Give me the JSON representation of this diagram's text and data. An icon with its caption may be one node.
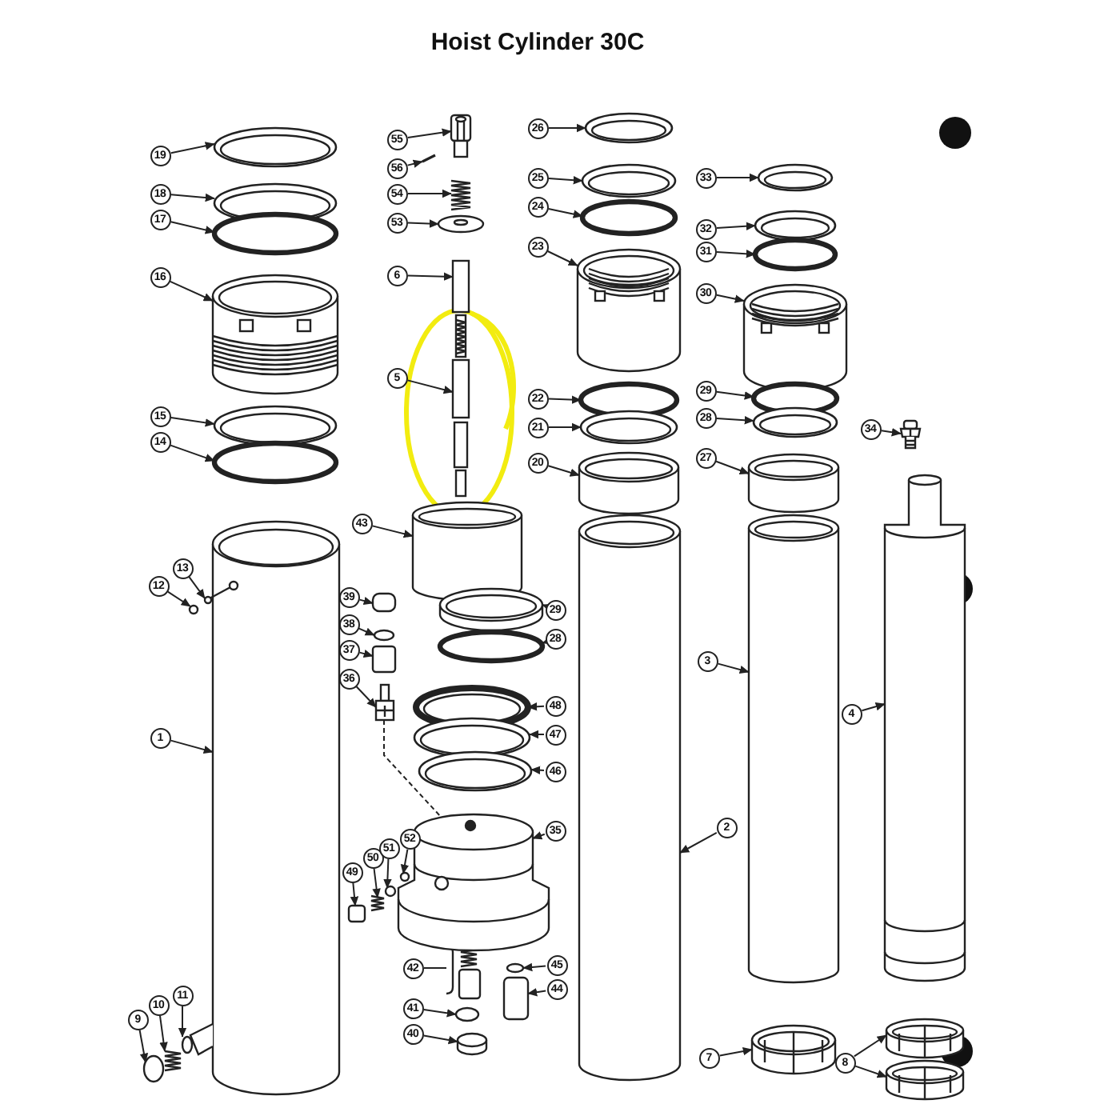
{
  "diagram": {
    "title": "Hoist Cylinder 30C",
    "nodes": [
      {
        "text": [
          "19"
        ]
      },
      {
        "text": [
          "18"
        ]
      },
      {
        "text": [
          "17"
        ]
      },
      {
        "text": [
          "16"
        ]
      },
      {
        "text": [
          "15"
        ]
      },
      {
        "text": [
          "14"
        ]
      },
      {
        "text": [
          "13"
        ]
      },
      {
        "text": [
          "12"
        ]
      },
      {
        "text": [
          "1"
        ]
      },
      {
        "text": [
          "9"
        ]
      },
      {
        "text": [
          "10"
        ]
      },
      {
        "text": [
          "11"
        ]
      },
      {
        "text": [
          "55"
        ]
      },
      {
        "text": [
          "56"
        ]
      },
      {
        "text": [
          "54"
        ]
      },
      {
        "text": [
          "53"
        ]
      },
      {
        "text": [
          "6"
        ]
      },
      {
        "text": [
          "5"
        ]
      },
      {
        "text": [
          "43"
        ]
      },
      {
        "text": [
          "39"
        ]
      },
      {
        "text": [
          "38"
        ]
      },
      {
        "text": [
          "37"
        ]
      },
      {
        "text": [
          "36"
        ]
      },
      {
        "text": [
          "49"
        ]
      },
      {
        "text": [
          "50"
        ]
      },
      {
        "text": [
          "51"
        ]
      },
      {
        "text": [
          "52"
        ]
      },
      {
        "text": [
          "42"
        ]
      },
      {
        "text": [
          "41"
        ]
      },
      {
        "text": [
          "40"
        ]
      },
      {
        "text": [
          "26"
        ]
      },
      {
        "text": [
          "25"
        ]
      },
      {
        "text": [
          "24"
        ]
      },
      {
        "text": [
          "23"
        ]
      },
      {
        "text": [
          "22"
        ]
      },
      {
        "text": [
          "21"
        ]
      },
      {
        "text": [
          "20"
        ]
      },
      {
        "text": [
          "29"
        ]
      },
      {
        "text": [
          "28"
        ]
      },
      {
        "text": [
          "48"
        ]
      },
      {
        "text": [
          "47"
        ]
      },
      {
        "text": [
          "46"
        ]
      },
      {
        "text": [
          "35"
        ]
      },
      {
        "text": [
          "45"
        ]
      },
      {
        "text": [
          "44"
        ]
      },
      {
        "text": [
          "2"
        ]
      },
      {
        "text": [
          "33"
        ]
      },
      {
        "text": [
          "32"
        ]
      },
      {
        "text": [
          "31"
        ]
      },
      {
        "text": [
          "30"
        ]
      },
      {
        "text": [
          "29"
        ]
      },
      {
        "text": [
          "28"
        ]
      },
      {
        "text": [
          "27"
        ]
      },
      {
        "text": [
          "3"
        ]
      },
      {
        "text": [
          "7"
        ]
      },
      {
        "text": [
          "34"
        ]
      },
      {
        "text": [
          "4"
        ]
      },
      {
        "text": [
          "8"
        ]
      },
      {
        "text": [],
        "shape": "picture"
      },
      {
        "text": [],
        "shape": "picture"
      },
      {
        "text": [],
        "shape": "circle"
      },
      {
        "text": [],
        "shape": "picture"
      },
      {
        "text": [],
        "shape": "picture"
      },
      {
        "text": [],
        "shape": "circle"
      },
      {
        "text": [],
        "shape": "picture"
      },
      {
        "text": [],
        "shape": "circle"
      },
      {
        "text": [],
        "shape": "picture"
      },
      {
        "text": [],
        "shape": "circle"
      },
      {
        "text": [],
        "shape": "picture"
      },
      {
        "text": [],
        "shape": "circle"
      },
      {
        "text": [],
        "shape": "picture"
      },
      {
        "text": [],
        "shape": "bar"
      },
      {
        "text": [],
        "shape": "picture"
      },
      {
        "text": [],
        "shape": "picture"
      },
      {
        "text": [],
        "shape": "box"
      },
      {
        "text": [],
        "shape": "picture"
      },
      {
        "text": [],
        "shape": "cylinder"
      },
      {
        "text": [],
        "shape": "box"
      },
      {
        "text": [],
        "shape": "circle"
      },
      {
        "text": [],
        "shape": "box"
      },
      {
        "text": [],
        "shape": "picture"
      },
      {
        "text": [],
        "shape": "box"
      },
      {
        "text": [],
        "shape": "picture"
      },
      {
        "text": [],
        "shape": "circle"
      },
      {
        "text": [],
        "shape": "circle"
      },
      {
        "text": [],
        "shape": "picture"
      },
      {
        "text": [],
        "shape": "circle"
      },
      {
        "text": [],
        "shape": "cylinder"
      },
      {
        "text": [],
        "shape": "picture"
      },
      {
        "text": [],
        "shape": "picture"
      },
      {
        "text": [],
        "shape": "circle"
      },
      {
        "text": [],
        "shape": "picture"
      },
      {
        "text": [],
        "shape": "circle"
      },
      {
        "text": [],
        "shape": "picture"
      },
      {
        "text": [],
        "shape": "cylinder"
      },
      {
        "text": [],
        "shape": "cylinder"
      },
      {
        "text": [],
        "shape": "circle"
      },
      {
        "text": [],
        "shape": "picture"
      },
      {
        "text": [],
        "shape": "picture"
      },
      {
        "text": [],
        "shape": "picture"
      },
      {
        "text": [],
        "shape": "picture"
      },
      {
        "text": [],
        "shape": "circle"
      },
      {
        "text": [],
        "shape": "box"
      },
      {
        "text": [],
        "shape": "cylinder"
      },
      {
        "text": [],
        "shape": "picture"
      },
      {
        "text": [],
        "shape": "picture"
      },
      {
        "text": [],
        "shape": "circle"
      },
      {
        "text": [],
        "shape": "picture"
      },
      {
        "text": [],
        "shape": "circle"
      },
      {
        "text": [],
        "shape": "picture"
      },
      {
        "text": [],
        "shape": "cylinder"
      },
      {
        "text": [],
        "shape": "cylinder"
      },
      {
        "text": [],
        "shape": "picture"
      },
      {
        "text": [],
        "shape": "picture"
      },
      {
        "text": [],
        "shape": "picture"
      },
      {
        "text": [],
        "shape": "picture"
      },
      {
        "text": [],
        "shape": "picture"
      }
    ],
    "edges": [
      {
        "from": 0,
        "to": 58,
        "arrow": "to"
      },
      {
        "from": 1,
        "to": 59,
        "arrow": "to"
      },
      {
        "from": 2,
        "to": 60,
        "arrow": "to"
      },
      {
        "from": 3,
        "to": 61,
        "arrow": "to"
      },
      {
        "from": 4,
        "to": 62,
        "arrow": "to"
      },
      {
        "from": 5,
        "to": 63,
        "arrow": "to"
      },
      {
        "from": 6,
        "to": 64,
        "arrow": "to"
      },
      {
        "from": 7,
        "to": 65,
        "arrow": "to"
      },
      {
        "from": 8,
        "to": 66,
        "arrow": "to"
      },
      {
        "from": 9,
        "to": 67,
        "arrow": "to"
      },
      {
        "from": 10,
        "to": 68,
        "arrow": "to"
      },
      {
        "from": 11,
        "to": 69,
        "arrow": "to"
      },
      {
        "from": 12,
        "to": 70,
        "arrow": "to"
      },
      {
        "from": 13,
        "to": 71,
        "arrow": "to"
      },
      {
        "from": 14,
        "to": 72,
        "arrow": "to"
      },
      {
        "from": 15,
        "to": 73,
        "arrow": "to"
      },
      {
        "from": 16,
        "to": 74,
        "arrow": "to"
      },
      {
        "from": 17,
        "to": 75,
        "arrow": "to"
      },
      {
        "from": 18,
        "to": 76,
        "arrow": "to"
      },
      {
        "from": 19,
        "to": 77,
        "arrow": "to"
      },
      {
        "from": 20,
        "to": 78,
        "arrow": "to"
      },
      {
        "from": 21,
        "to": 79,
        "arrow": "to"
      },
      {
        "from": 22,
        "to": 80,
        "arrow": "to"
      },
      {
        "from": 23,
        "to": 81,
        "arrow": "to"
      },
      {
        "from": 24,
        "to": 82,
        "arrow": "to"
      },
      {
        "from": 25,
        "to": 83,
        "arrow": "to"
      },
      {
        "from": 26,
        "to": 84,
        "arrow": "to"
      },
      {
        "from": 27,
        "to": 85,
        "arrow": "none"
      },
      {
        "from": 28,
        "to": 86,
        "arrow": "to"
      },
      {
        "from": 29,
        "to": 87,
        "arrow": "to"
      },
      {
        "from": 30,
        "to": 88,
        "arrow": "to"
      },
      {
        "from": 31,
        "to": 89,
        "arrow": "to"
      },
      {
        "from": 32,
        "to": 90,
        "arrow": "to"
      },
      {
        "from": 33,
        "to": 91,
        "arrow": "to"
      },
      {
        "from": 34,
        "to": 92,
        "arrow": "to"
      },
      {
        "from": 35,
        "to": 93,
        "arrow": "to"
      },
      {
        "from": 36,
        "to": 94,
        "arrow": "to"
      },
      {
        "from": 37,
        "to": 95,
        "arrow": "to"
      },
      {
        "from": 38,
        "to": 96,
        "arrow": "to"
      },
      {
        "from": 39,
        "to": 97,
        "arrow": "to"
      },
      {
        "from": 40,
        "to": 98,
        "arrow": "to"
      },
      {
        "from": 41,
        "to": 99,
        "arrow": "to"
      },
      {
        "from": 42,
        "to": 100,
        "arrow": "to"
      },
      {
        "from": 43,
        "to": 101,
        "arrow": "to"
      },
      {
        "from": 44,
        "to": 102,
        "arrow": "to"
      },
      {
        "from": 45,
        "to": 103,
        "arrow": "to"
      },
      {
        "from": 46,
        "to": 104,
        "arrow": "to"
      },
      {
        "from": 47,
        "to": 105,
        "arrow": "to"
      },
      {
        "from": 48,
        "to": 106,
        "arrow": "to"
      },
      {
        "from": 49,
        "to": 107,
        "arrow": "to"
      },
      {
        "from": 50,
        "to": 108,
        "arrow": "to"
      },
      {
        "from": 51,
        "to": 109,
        "arrow": "to"
      },
      {
        "from": 52,
        "to": 110,
        "arrow": "to"
      },
      {
        "from": 53,
        "to": 111,
        "arrow": "to"
      },
      {
        "from": 54,
        "to": 112,
        "arrow": "to"
      },
      {
        "from": 55,
        "to": 113,
        "arrow": "to"
      },
      {
        "from": 56,
        "to": 114,
        "arrow": "to"
      },
      {
        "from": 57,
        "to": 115,
        "arrow": "to"
      },
      {
        "from": 57,
        "to": 116,
        "arrow": "to"
      },
      {
        "from": 80,
        "to": 100,
        "arrow": "none",
        "style": "dashed"
      }
    ]
  }
}
